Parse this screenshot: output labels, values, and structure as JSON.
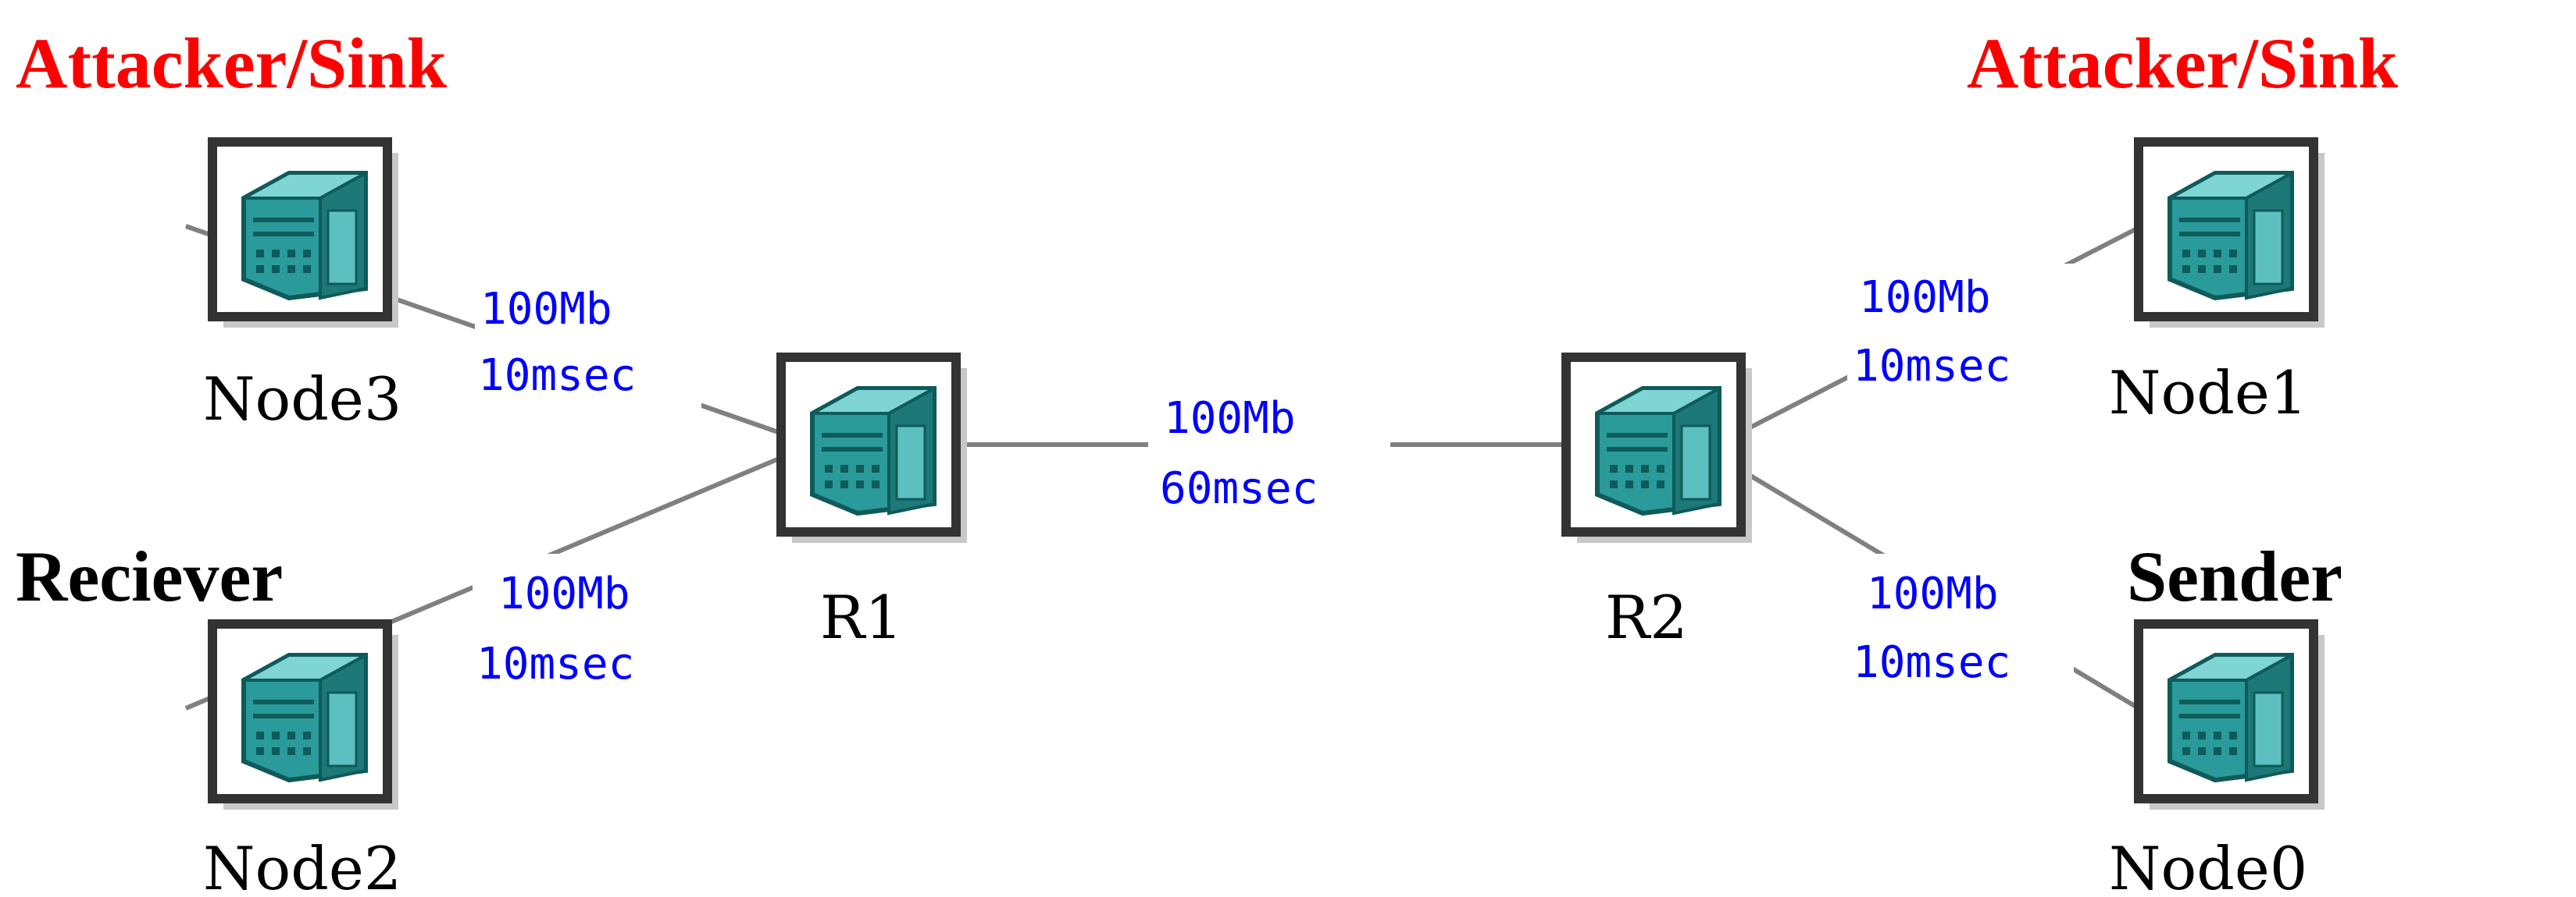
{
  "colors": {
    "role_highlight": "#ff0000",
    "role_default": "#000000",
    "link_label": "#0000ff",
    "link_line": "#808080",
    "server_body": "#2a9a9a",
    "server_dark": "#0f5a5a",
    "frame": "#333333",
    "shadow": "#c8c8c8"
  },
  "nodes": [
    {
      "id": "node3",
      "name": "Node3",
      "role": "Attacker/Sink",
      "role_color": "#ff0000",
      "icon": "server-icon"
    },
    {
      "id": "node2",
      "name": "Node2",
      "role": "Reciever",
      "role_color": "#000000",
      "icon": "server-icon"
    },
    {
      "id": "r1",
      "name": "R1",
      "role": "",
      "icon": "router-icon"
    },
    {
      "id": "r2",
      "name": "R2",
      "role": "",
      "icon": "router-icon"
    },
    {
      "id": "node1",
      "name": "Node1",
      "role": "Attacker/Sink",
      "role_color": "#ff0000",
      "icon": "server-icon"
    },
    {
      "id": "node0",
      "name": "Node0",
      "role": "Sender",
      "role_color": "#000000",
      "icon": "server-icon"
    }
  ],
  "links": [
    {
      "from": "node3",
      "to": "r1",
      "bandwidth": "100Mb",
      "delay": "10msec"
    },
    {
      "from": "node2",
      "to": "r1",
      "bandwidth": "100Mb",
      "delay": "10msec"
    },
    {
      "from": "r1",
      "to": "r2",
      "bandwidth": "100Mb",
      "delay": "60msec"
    },
    {
      "from": "r2",
      "to": "node1",
      "bandwidth": "100Mb",
      "delay": "10msec"
    },
    {
      "from": "r2",
      "to": "node0",
      "bandwidth": "100Mb",
      "delay": "10msec"
    }
  ]
}
